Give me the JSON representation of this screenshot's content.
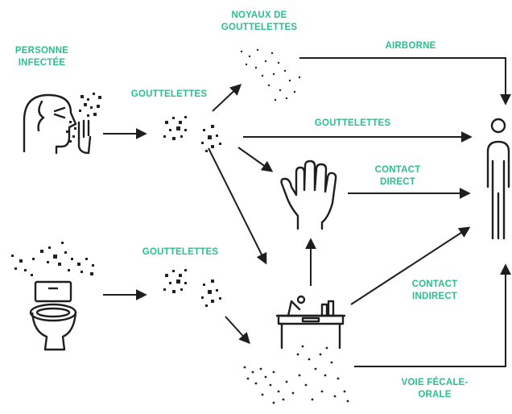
{
  "labels": {
    "infected_person": [
      "PERSONNE",
      "INFECTÉE"
    ],
    "droplets_top": "GOUTTELETTES",
    "droplet_nuclei": [
      "NOYAUX DE",
      "GOUTTELETTES"
    ],
    "airborne": "AIRBORNE",
    "droplets_direct": "GOUTTELETTES",
    "direct_contact": [
      "CONTACT",
      "DIRECT"
    ],
    "droplets_bottom": "GOUTTELETTES",
    "indirect_contact": [
      "CONTACT",
      "INDIRECT"
    ],
    "fecal_oral": [
      "VOIE FÉCALE-",
      "ORALE"
    ]
  },
  "colors": {
    "label": "#2bbf8c",
    "line": "#1e1e1e"
  },
  "icons": [
    "sneezing-person-icon",
    "toilet-icon",
    "hand-icon",
    "desk-icon",
    "person-icon",
    "droplets-icon"
  ]
}
